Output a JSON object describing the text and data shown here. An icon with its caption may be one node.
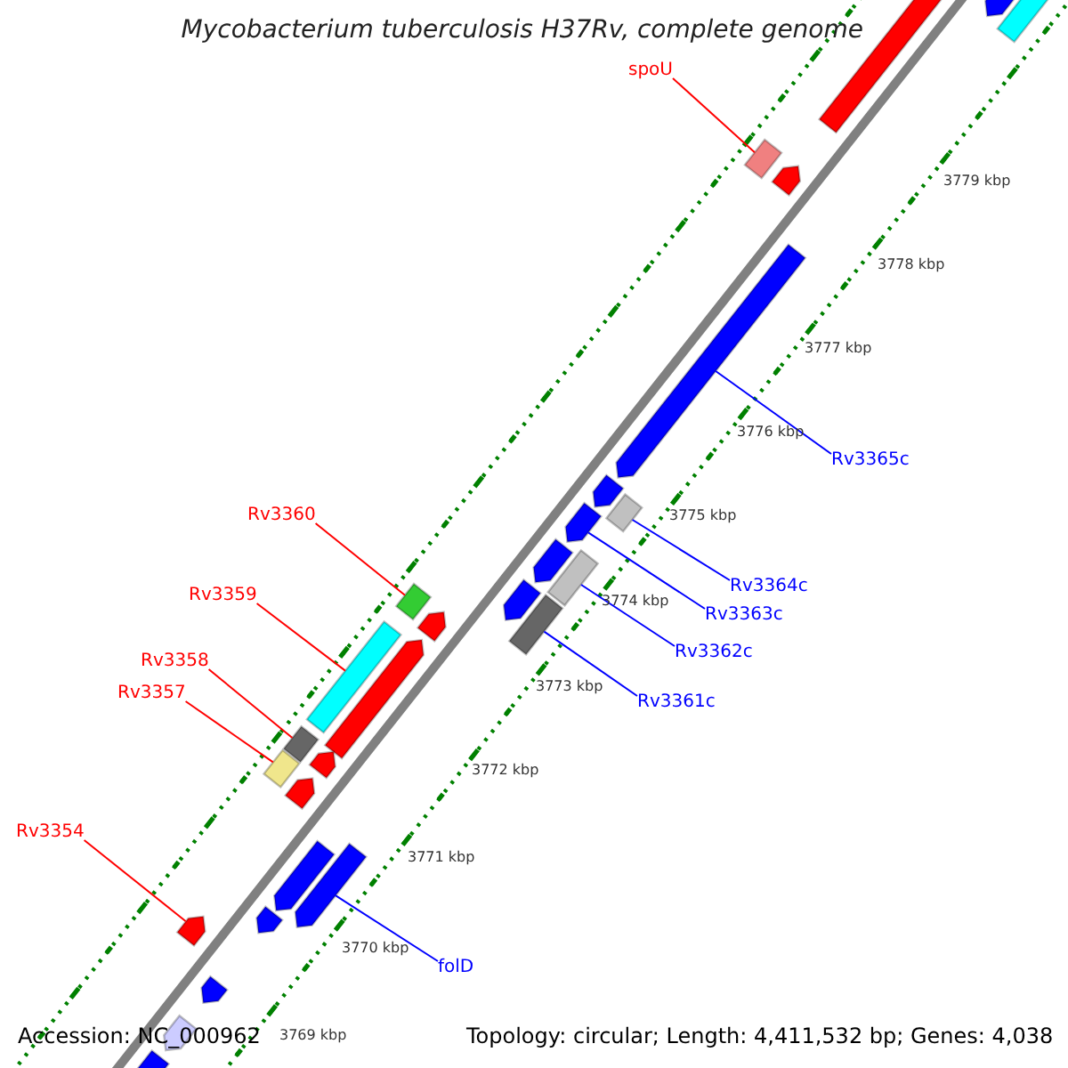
{
  "diagram": {
    "title": "Mycobacterium tuberculosis H37Rv, complete genome",
    "nodes": [
      {
        "text": [
          "spoU"
        ]
      },
      {
        "text": [
          "Rv3365c"
        ]
      },
      {
        "text": [
          "Rv3360"
        ]
      },
      {
        "text": [
          "Rv3364c"
        ]
      },
      {
        "text": [
          "Rv3359"
        ]
      },
      {
        "text": [
          "Rv3363c"
        ]
      },
      {
        "text": [
          "Rv3362c"
        ]
      },
      {
        "text": [
          "Rv3358"
        ]
      },
      {
        "text": [
          "Rv3357"
        ]
      },
      {
        "text": [
          "Rv3361c"
        ]
      },
      {
        "text": [
          "Rv3354"
        ]
      },
      {
        "text": [
          "folD"
        ]
      },
      {
        "text": [],
        "shape": "box"
      },
      {
        "text": [],
        "shape": "arrow"
      },
      {
        "text": [],
        "shape": "box"
      },
      {
        "text": [],
        "shape": "box"
      },
      {
        "text": [],
        "shape": "box"
      },
      {
        "text": [],
        "shape": "arrow"
      },
      {
        "text": [],
        "shape": "box"
      },
      {
        "text": [],
        "shape": "box"
      },
      {
        "text": [],
        "shape": "box"
      },
      {
        "text": [],
        "shape": "box"
      },
      {
        "text": [],
        "shape": "arrow"
      },
      {
        "text": [],
        "shape": "arrow"
      },
      {
        "text": [],
        "shape": "box"
      },
      {
        "text": [],
        "shape": "arrow"
      },
      {
        "text": [],
        "shape": "arrow"
      },
      {
        "text": [],
        "shape": "arrow"
      },
      {
        "text": [],
        "shape": "arrow"
      },
      {
        "text": [],
        "shape": "arrow"
      },
      {
        "text": [],
        "shape": "arrow"
      },
      {
        "text": [],
        "shape": "arrow"
      },
      {
        "text": [],
        "shape": "arrow"
      },
      {
        "text": [],
        "shape": "arrow"
      },
      {
        "text": [],
        "shape": "arrow"
      },
      {
        "text": [],
        "shape": "arrow"
      },
      {
        "text": [],
        "shape": "arrow"
      },
      {
        "text": [],
        "shape": "arrow"
      },
      {
        "text": [],
        "shape": "arrow"
      },
      {
        "text": [],
        "shape": "arrow"
      }
    ],
    "edges": [
      {
        "from": 0,
        "to": 12,
        "arrow": "none",
        "color": "#ff0000"
      },
      {
        "from": 1,
        "to": 13,
        "arrow": "none",
        "color": "#0000ff"
      },
      {
        "from": 2,
        "to": 14,
        "arrow": "none",
        "color": "#ff0000"
      },
      {
        "from": 3,
        "to": 15,
        "arrow": "none",
        "color": "#0000ff"
      },
      {
        "from": 4,
        "to": 16,
        "arrow": "none",
        "color": "#ff0000"
      },
      {
        "from": 5,
        "to": 17,
        "arrow": "none",
        "color": "#0000ff"
      },
      {
        "from": 6,
        "to": 18,
        "arrow": "none",
        "color": "#0000ff"
      },
      {
        "from": 7,
        "to": 19,
        "arrow": "none",
        "color": "#ff0000"
      },
      {
        "from": 8,
        "to": 20,
        "arrow": "none",
        "color": "#ff0000"
      },
      {
        "from": 9,
        "to": 21,
        "arrow": "none",
        "color": "#0000ff"
      },
      {
        "from": 10,
        "to": 22,
        "arrow": "none",
        "color": "#ff0000"
      },
      {
        "from": 11,
        "to": 23,
        "arrow": "none",
        "color": "#0000ff"
      }
    ],
    "labels": [
      "3779 kbp",
      "3778 kbp",
      "3777 kbp",
      "3776 kbp",
      "3775 kbp",
      "3774 kbp",
      "3773 kbp",
      "3772 kbp",
      "3771 kbp",
      "3770 kbp",
      "3769 kbp",
      "Accession: NC_000962",
      "Topology: circular; Length: 4,411,532 bp; Genes: 4,038"
    ]
  }
}
